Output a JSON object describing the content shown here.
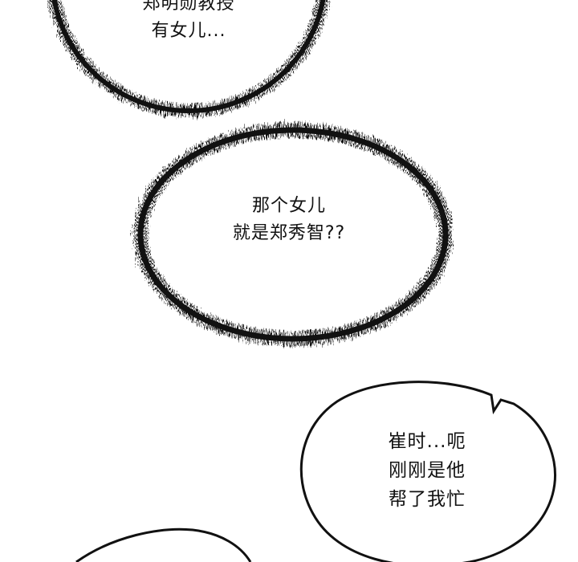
{
  "panel": {
    "background": "#ffffff",
    "ink_color": "#111111"
  },
  "bubbles": [
    {
      "type": "thought-burst",
      "lines": [
        "郑明勋教授",
        "有女儿..."
      ],
      "text": "郑明勋教授\n有女儿..."
    },
    {
      "type": "thought-burst",
      "lines": [
        "那个女儿",
        "就是郑秀智??"
      ],
      "text": "那个女儿\n就是郑秀智??"
    },
    {
      "type": "speech",
      "lines": [
        "崔时...呃",
        "刚刚是他",
        "帮了我忙"
      ],
      "text": "崔时...呃\n刚刚是他\n帮了我忙"
    },
    {
      "type": "speech-partial",
      "text": ""
    }
  ]
}
